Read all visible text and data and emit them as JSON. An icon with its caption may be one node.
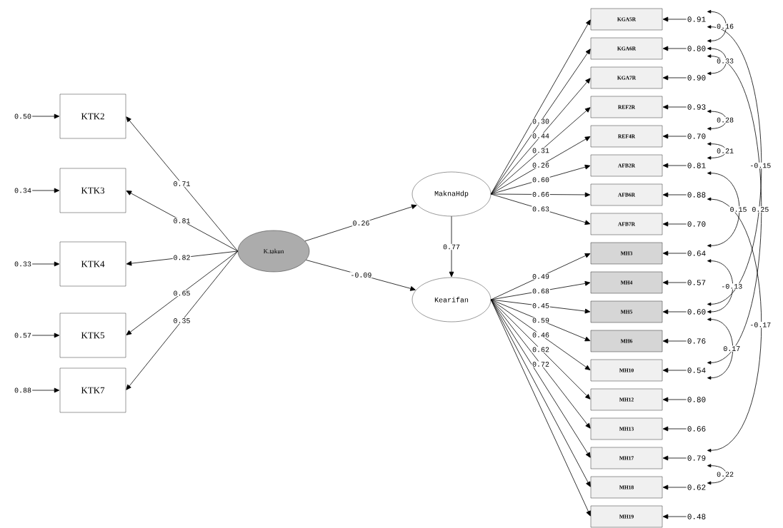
{
  "diagram": {
    "nodes": [
      {
        "text": [
          "0.50"
        ]
      },
      {
        "text": [
          "0.34"
        ]
      },
      {
        "text": [
          "0.33"
        ]
      },
      {
        "text": [
          "0.57"
        ]
      },
      {
        "text": [
          "0.88"
        ]
      },
      {
        "text": [
          "KTK2"
        ]
      },
      {
        "text": [
          "KTK3"
        ]
      },
      {
        "text": [
          "KTK4"
        ]
      },
      {
        "text": [
          "KTK5"
        ]
      },
      {
        "text": [
          "KTK7"
        ]
      },
      {
        "text": [
          "K.takun"
        ]
      },
      {
        "text": [
          "MaknaHdp"
        ]
      },
      {
        "text": [
          "Kearifan"
        ]
      },
      {
        "text": [
          "KGA5R"
        ]
      },
      {
        "text": [
          "KGA6R"
        ]
      },
      {
        "text": [
          "KGA7R"
        ]
      },
      {
        "text": [
          "REF2R"
        ]
      },
      {
        "text": [
          "REF4R"
        ]
      },
      {
        "text": [
          "AFB2R"
        ]
      },
      {
        "text": [
          "AFB6R"
        ]
      },
      {
        "text": [
          "AFB7R"
        ]
      },
      {
        "text": [
          "MH3"
        ]
      },
      {
        "text": [
          "MH4"
        ]
      },
      {
        "text": [
          "MH5"
        ]
      },
      {
        "text": [
          "MH6"
        ]
      },
      {
        "text": [
          "MH10"
        ]
      },
      {
        "text": [
          "MH12"
        ]
      },
      {
        "text": [
          "MH13"
        ]
      },
      {
        "text": [
          "MH17"
        ]
      },
      {
        "text": [
          "MH18"
        ]
      },
      {
        "text": [
          "MH19"
        ]
      },
      {
        "text": [
          "0.91"
        ]
      },
      {
        "text": [
          "0.80"
        ]
      },
      {
        "text": [
          "0.90"
        ]
      },
      {
        "text": [
          "0.93"
        ]
      },
      {
        "text": [
          "0.70"
        ]
      },
      {
        "text": [
          "0.81"
        ]
      },
      {
        "text": [
          "0.88"
        ]
      },
      {
        "text": [
          "0.70"
        ]
      },
      {
        "text": [
          "0.64"
        ]
      },
      {
        "text": [
          "0.57"
        ]
      },
      {
        "text": [
          "0.60"
        ]
      },
      {
        "text": [
          "0.76"
        ]
      },
      {
        "text": [
          "0.54"
        ]
      },
      {
        "text": [
          "0.80"
        ]
      },
      {
        "text": [
          "0.66"
        ]
      },
      {
        "text": [
          "0.79"
        ]
      },
      {
        "text": [
          "0.62"
        ]
      },
      {
        "text": [
          "0.48"
        ]
      }
    ],
    "edges": [
      {
        "from": 0,
        "to": 5,
        "arrow": "to"
      },
      {
        "from": 1,
        "to": 6,
        "arrow": "to"
      },
      {
        "from": 2,
        "to": 7,
        "arrow": "to"
      },
      {
        "from": 3,
        "to": 8,
        "arrow": "to"
      },
      {
        "from": 4,
        "to": 9,
        "arrow": "to"
      },
      {
        "from": 10,
        "to": 5,
        "arrow": "to",
        "label": "0.71"
      },
      {
        "from": 10,
        "to": 6,
        "arrow": "to",
        "label": "0.81"
      },
      {
        "from": 10,
        "to": 7,
        "arrow": "to",
        "label": "0.82"
      },
      {
        "from": 10,
        "to": 8,
        "arrow": "to",
        "label": "0.65"
      },
      {
        "from": 10,
        "to": 9,
        "arrow": "to",
        "label": "0.35"
      },
      {
        "from": 10,
        "to": 11,
        "arrow": "to",
        "label": "0.26"
      },
      {
        "from": 10,
        "to": 12,
        "arrow": "to",
        "label": "-0.09"
      },
      {
        "from": 11,
        "to": 12,
        "arrow": "to",
        "label": "0.77"
      },
      {
        "from": 11,
        "to": 13,
        "arrow": "to"
      },
      {
        "from": 11,
        "to": 14,
        "arrow": "to",
        "label": "0.30"
      },
      {
        "from": 11,
        "to": 15,
        "arrow": "to",
        "label": "0.44"
      },
      {
        "from": 11,
        "to": 16,
        "arrow": "to",
        "label": "0.31"
      },
      {
        "from": 11,
        "to": 17,
        "arrow": "to",
        "label": "0.26"
      },
      {
        "from": 11,
        "to": 18,
        "arrow": "to",
        "label": "0.60"
      },
      {
        "from": 11,
        "to": 19,
        "arrow": "to",
        "label": "0.66"
      },
      {
        "from": 11,
        "to": 20,
        "arrow": "to",
        "label": "0.63"
      },
      {
        "from": 12,
        "to": 21,
        "arrow": "to",
        "label": "0.49"
      },
      {
        "from": 12,
        "to": 22,
        "arrow": "to",
        "label": "0.68"
      },
      {
        "from": 12,
        "to": 23,
        "arrow": "to",
        "label": "0.45"
      },
      {
        "from": 12,
        "to": 24,
        "arrow": "to",
        "label": "0.59"
      },
      {
        "from": 12,
        "to": 25,
        "arrow": "to",
        "label": "0.46"
      },
      {
        "from": 12,
        "to": 26,
        "arrow": "to",
        "label": "0.62"
      },
      {
        "from": 12,
        "to": 27,
        "arrow": "to",
        "label": "0.72"
      },
      {
        "from": 12,
        "to": 28,
        "arrow": "to"
      },
      {
        "from": 12,
        "to": 29,
        "arrow": "to"
      },
      {
        "from": 12,
        "to": 30,
        "arrow": "to"
      },
      {
        "from": 31,
        "to": 13,
        "arrow": "to"
      },
      {
        "from": 32,
        "to": 14,
        "arrow": "to"
      },
      {
        "from": 33,
        "to": 15,
        "arrow": "to"
      },
      {
        "from": 34,
        "to": 16,
        "arrow": "to"
      },
      {
        "from": 35,
        "to": 17,
        "arrow": "to"
      },
      {
        "from": 36,
        "to": 18,
        "arrow": "to"
      },
      {
        "from": 37,
        "to": 19,
        "arrow": "to"
      },
      {
        "from": 38,
        "to": 20,
        "arrow": "to"
      },
      {
        "from": 39,
        "to": 21,
        "arrow": "to"
      },
      {
        "from": 40,
        "to": 22,
        "arrow": "to"
      },
      {
        "from": 41,
        "to": 23,
        "arrow": "to"
      },
      {
        "from": 42,
        "to": 24,
        "arrow": "to"
      },
      {
        "from": 43,
        "to": 25,
        "arrow": "to"
      },
      {
        "from": 44,
        "to": 26,
        "arrow": "to"
      },
      {
        "from": 45,
        "to": 27,
        "arrow": "to"
      },
      {
        "from": 46,
        "to": 28,
        "arrow": "to"
      },
      {
        "from": 47,
        "to": 29,
        "arrow": "to"
      },
      {
        "from": 48,
        "to": 30,
        "arrow": "to"
      },
      {
        "from": 31,
        "to": 32,
        "arrow": "both",
        "label": "0.16"
      },
      {
        "from": 32,
        "to": 33,
        "arrow": "both",
        "label": "0.33"
      },
      {
        "from": 32,
        "to": 43,
        "arrow": "both",
        "label": "0.25"
      },
      {
        "from": 34,
        "to": 35,
        "arrow": "both",
        "label": "0.28"
      },
      {
        "from": 35,
        "to": 36,
        "arrow": "both",
        "label": "0.21"
      },
      {
        "from": 31,
        "to": 41,
        "arrow": "both",
        "label": "-0.15"
      },
      {
        "from": 36,
        "to": 39,
        "arrow": "both",
        "label": "0.15"
      },
      {
        "from": 39,
        "to": 41,
        "arrow": "both",
        "label": "-0.13"
      },
      {
        "from": 41,
        "to": 43,
        "arrow": "both",
        "label": "0.17"
      },
      {
        "from": 37,
        "to": 46,
        "arrow": "both",
        "label": "-0.17"
      },
      {
        "from": 46,
        "to": 47,
        "arrow": "both",
        "label": "0.22"
      }
    ]
  }
}
